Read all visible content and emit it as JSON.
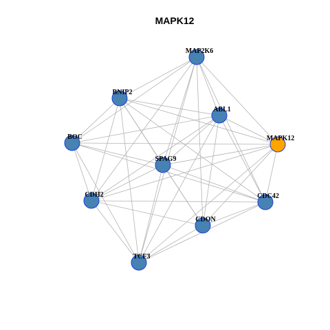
{
  "title": "MAPK12",
  "colors": {
    "node_fill": "#4682b4",
    "node_border": "#1f3fd6",
    "query_fill": "#ffa500",
    "edge": "#b3b3b3"
  },
  "query_node": "MAPK12",
  "nodes": [
    {
      "id": "MAP2K6"
    },
    {
      "id": "BNIP2"
    },
    {
      "id": "ABL1"
    },
    {
      "id": "BOC"
    },
    {
      "id": "MAPK12"
    },
    {
      "id": "SPAG9"
    },
    {
      "id": "CDH2"
    },
    {
      "id": "CDC42"
    },
    {
      "id": "CDON"
    },
    {
      "id": "TCF3"
    }
  ],
  "edges": [
    [
      "MAP2K6",
      "BNIP2"
    ],
    [
      "MAP2K6",
      "ABL1"
    ],
    [
      "MAP2K6",
      "BOC"
    ],
    [
      "MAP2K6",
      "MAPK12"
    ],
    [
      "MAP2K6",
      "SPAG9"
    ],
    [
      "MAP2K6",
      "CDH2"
    ],
    [
      "MAP2K6",
      "CDC42"
    ],
    [
      "MAP2K6",
      "CDON"
    ],
    [
      "MAP2K6",
      "TCF3"
    ],
    [
      "BNIP2",
      "ABL1"
    ],
    [
      "BNIP2",
      "BOC"
    ],
    [
      "BNIP2",
      "MAPK12"
    ],
    [
      "BNIP2",
      "SPAG9"
    ],
    [
      "BNIP2",
      "CDH2"
    ],
    [
      "BNIP2",
      "CDC42"
    ],
    [
      "BNIP2",
      "CDON"
    ],
    [
      "BNIP2",
      "TCF3"
    ],
    [
      "ABL1",
      "BOC"
    ],
    [
      "ABL1",
      "MAPK12"
    ],
    [
      "ABL1",
      "SPAG9"
    ],
    [
      "ABL1",
      "CDH2"
    ],
    [
      "ABL1",
      "CDC42"
    ],
    [
      "ABL1",
      "CDON"
    ],
    [
      "ABL1",
      "TCF3"
    ],
    [
      "BOC",
      "MAPK12"
    ],
    [
      "BOC",
      "SPAG9"
    ],
    [
      "BOC",
      "CDH2"
    ],
    [
      "BOC",
      "CDC42"
    ],
    [
      "BOC",
      "TCF3"
    ],
    [
      "MAPK12",
      "SPAG9"
    ],
    [
      "MAPK12",
      "CDH2"
    ],
    [
      "MAPK12",
      "CDC42"
    ],
    [
      "MAPK12",
      "CDON"
    ],
    [
      "MAPK12",
      "TCF3"
    ],
    [
      "SPAG9",
      "CDH2"
    ],
    [
      "SPAG9",
      "CDC42"
    ],
    [
      "SPAG9",
      "CDON"
    ],
    [
      "SPAG9",
      "TCF3"
    ],
    [
      "CDH2",
      "CDC42"
    ],
    [
      "CDH2",
      "CDON"
    ],
    [
      "CDH2",
      "TCF3"
    ],
    [
      "CDC42",
      "CDON"
    ],
    [
      "CDC42",
      "TCF3"
    ],
    [
      "CDON",
      "TCF3"
    ]
  ]
}
